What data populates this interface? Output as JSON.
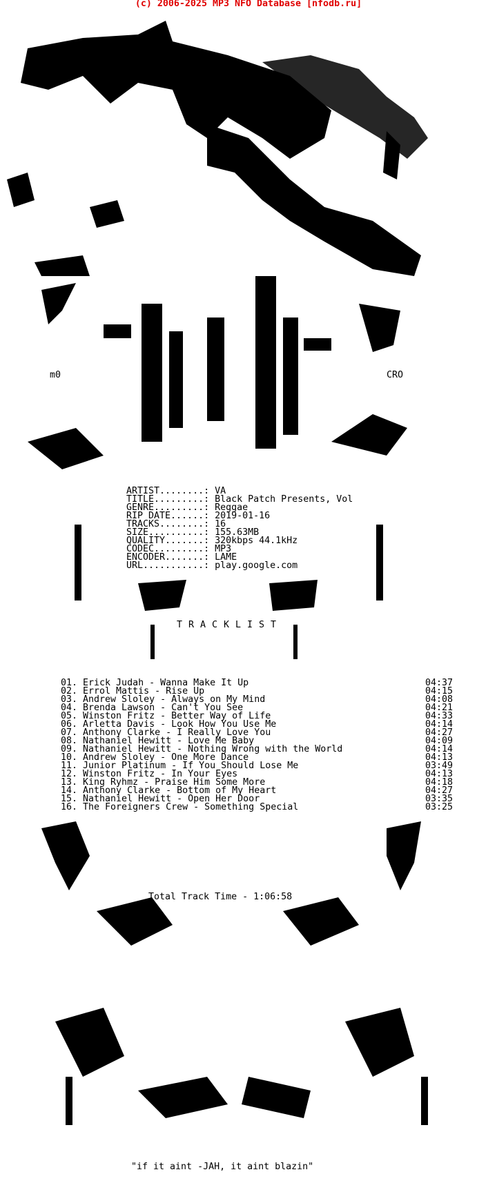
{
  "header": "(c) 2006-2025 MP3 NFO Database [nfodb.ru]",
  "art_tags": {
    "left": "m0",
    "right": "CRO"
  },
  "info": [
    {
      "label": "ARTIST........:",
      "value": "VA"
    },
    {
      "label": "TITLE.........:",
      "value": "Black Patch Presents, Vol"
    },
    {
      "label": "GENRE.........:",
      "value": "Reggae"
    },
    {
      "label": "RIP DATE......:",
      "value": "2019-01-16"
    },
    {
      "label": "TRACKS........:",
      "value": "16"
    },
    {
      "label": "SIZE..........:",
      "value": "155.63MB"
    },
    {
      "label": "QUALITY.......:",
      "value": "320kbps 44.1kHz"
    },
    {
      "label": "CODEC.........:",
      "value": "MP3"
    },
    {
      "label": "ENCODER.......:",
      "value": "LAME"
    },
    {
      "label": "URL...........:",
      "value": "play.google.com"
    }
  ],
  "tracklist_heading": "TRACKLIST",
  "tracks": [
    {
      "title": "01. Erick Judah - Wanna Make It Up",
      "time": "04:37"
    },
    {
      "title": "02. Errol Mattis - Rise Up",
      "time": "04:15"
    },
    {
      "title": "03. Andrew Sloley - Always on My Mind",
      "time": "04:08"
    },
    {
      "title": "04. Brenda Lawson - Can't You See",
      "time": "04:21"
    },
    {
      "title": "05. Winston Fritz - Better Way of Life",
      "time": "04:33"
    },
    {
      "title": "06. Arletta Davis - Look How You Use Me",
      "time": "04:14"
    },
    {
      "title": "07. Anthony Clarke - I Really Love You",
      "time": "04:27"
    },
    {
      "title": "08. Nathaniel Hewitt - Love Me Baby",
      "time": "04:09"
    },
    {
      "title": "09. Nathaniel Hewitt - Nothing Wrong with the World",
      "time": "04:14"
    },
    {
      "title": "10. Andrew Sloley - One More Dance",
      "time": "04:13"
    },
    {
      "title": "11. Junior Platinum - If You Should Lose Me",
      "time": "03:49"
    },
    {
      "title": "12. Winston Fritz - In Your Eyes",
      "time": "04:13"
    },
    {
      "title": "13. King Ryhmz - Praise Him Some More",
      "time": "04:18"
    },
    {
      "title": "14. Anthony Clarke - Bottom of My Heart",
      "time": "04:27"
    },
    {
      "title": "15. Nathaniel Hewitt - Open Her Door",
      "time": "03:35"
    },
    {
      "title": "16. The Foreigners Crew - Something Special",
      "time": "03:25"
    }
  ],
  "total_time": "Total Track Time - 1:06:58",
  "quote": "\"if it aint -JAH, it aint blazin\"",
  "colors": {
    "header": "#e00000",
    "text": "#000000",
    "background": "#ffffff"
  }
}
